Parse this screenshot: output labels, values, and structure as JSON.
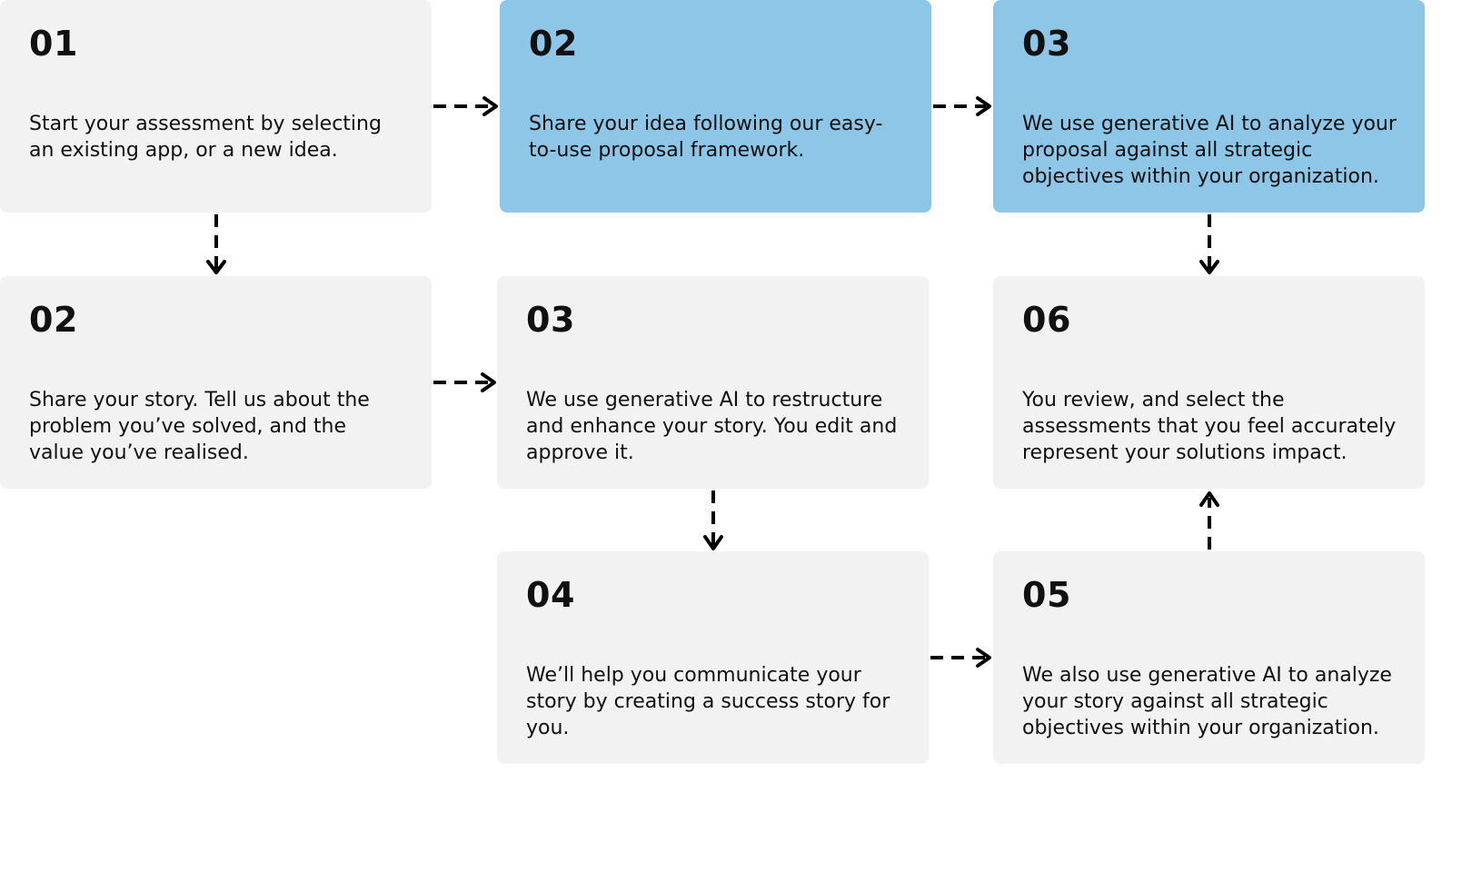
{
  "steps": [
    {
      "id": "step-01-row1",
      "number": "01",
      "text": "Start your assessment by selecting an existing app, or a new idea.",
      "highlight": false
    },
    {
      "id": "step-02-row1",
      "number": "02",
      "text": "Share your idea following our easy-to-use proposal framework.",
      "highlight": true
    },
    {
      "id": "step-03-row1",
      "number": "03",
      "text": "We use generative AI to analyze your proposal against all strategic objectives within your organization.",
      "highlight": true
    },
    {
      "id": "step-02-row2",
      "number": "02",
      "text": "Share your story. Tell us about the problem you’ve solved, and the value you’ve realised.",
      "highlight": false
    },
    {
      "id": "step-03-row2",
      "number": "03",
      "text": "We use generative AI to restructure and enhance your story. You edit and approve it.",
      "highlight": false
    },
    {
      "id": "step-06",
      "number": "06",
      "text": "You review, and select the assessments that you feel accurately represent your solutions impact.",
      "highlight": false
    },
    {
      "id": "step-04",
      "number": "04",
      "text": "We’ll help you communicate your story by creating a success story for you.",
      "highlight": false
    },
    {
      "id": "step-05",
      "number": "05",
      "text": "We also use generative AI to analyze your story against all strategic objectives within your organization.",
      "highlight": false
    }
  ],
  "colors": {
    "card": "#f2f2f2",
    "highlight": "#8ec6e7",
    "arrow": "#000000",
    "text": "#111111"
  }
}
